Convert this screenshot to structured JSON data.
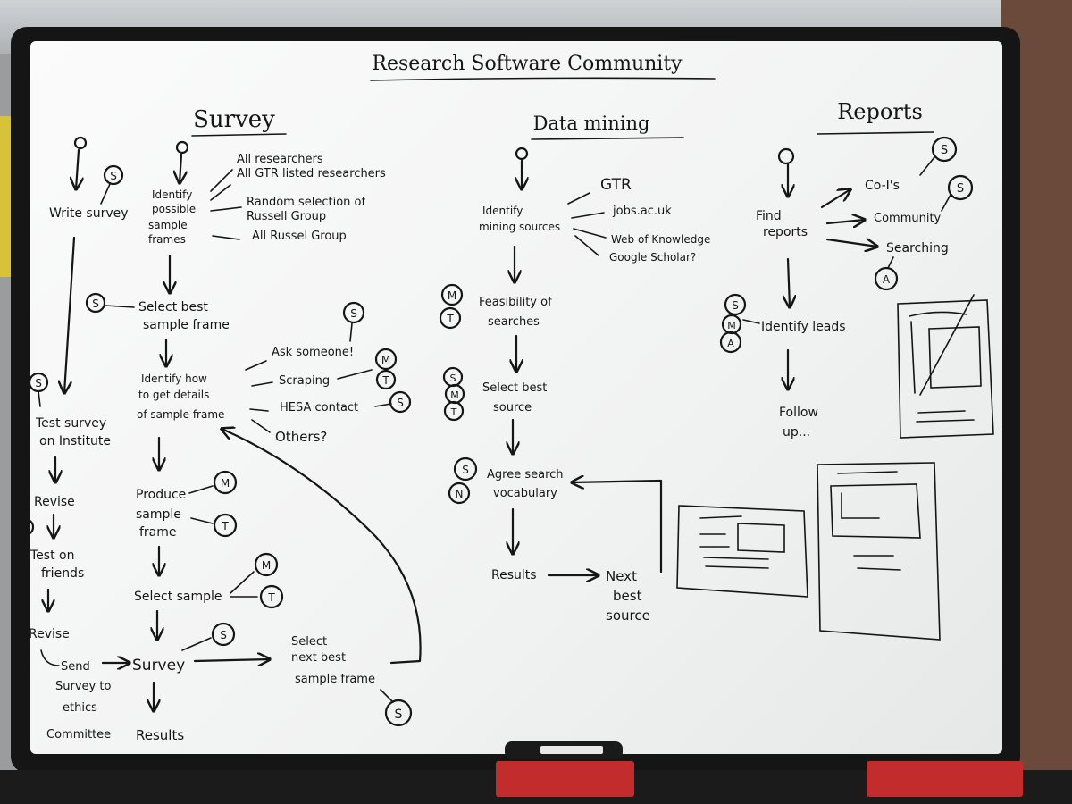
{
  "board": {
    "title": "Research Software Community",
    "sections": {
      "survey": "Survey",
      "data_mining": "Data mining",
      "reports": "Reports"
    }
  },
  "survey": {
    "write_survey": "Write survey",
    "identify_frames": [
      "Identify",
      "possible",
      "sample",
      "frames"
    ],
    "frame_options": [
      "All researchers",
      "All GTR listed researchers",
      "Random selection of",
      "Russell Group",
      "All Russel Group"
    ],
    "select_best": [
      "Select best",
      "sample frame"
    ],
    "identify_how": [
      "Identify how",
      "to get details",
      "of sample frame"
    ],
    "how_options": [
      "Ask someone!",
      "Scraping",
      "HESA contact",
      "Others?"
    ],
    "produce": [
      "Produce",
      "sample",
      "frame"
    ],
    "select_sample": "Select sample",
    "survey_step": "Survey",
    "results": "Results",
    "select_next": [
      "Select",
      "next best",
      "sample frame"
    ],
    "test_institute": [
      "Test survey",
      "on Institute"
    ],
    "revise_1": "Revise",
    "test_friends": [
      "Test on",
      "friends"
    ],
    "revise_2": "Revise",
    "send_ethics": [
      "Send",
      "Survey to",
      "ethics",
      "Committee"
    ]
  },
  "mining": {
    "identify_sources": [
      "Identify",
      "mining sources"
    ],
    "sources": [
      "GTR",
      "jobs.ac.uk",
      "Web of Knowledge",
      "Google Scholar?"
    ],
    "feasibility": [
      "Feasibility of",
      "searches"
    ],
    "select_source": [
      "Select best",
      "source"
    ],
    "agree_vocab": [
      "Agree search",
      "vocabulary"
    ],
    "results": "Results",
    "next_source": [
      "Next",
      "best",
      "source"
    ]
  },
  "reports": {
    "find": [
      "Find",
      "reports"
    ],
    "types": [
      "Co-I's",
      "Community",
      "Searching"
    ],
    "identify_leads": "Identify leads",
    "follow_up": [
      "Follow",
      "up..."
    ]
  },
  "initials": [
    "S",
    "M",
    "T",
    "N",
    "A"
  ]
}
